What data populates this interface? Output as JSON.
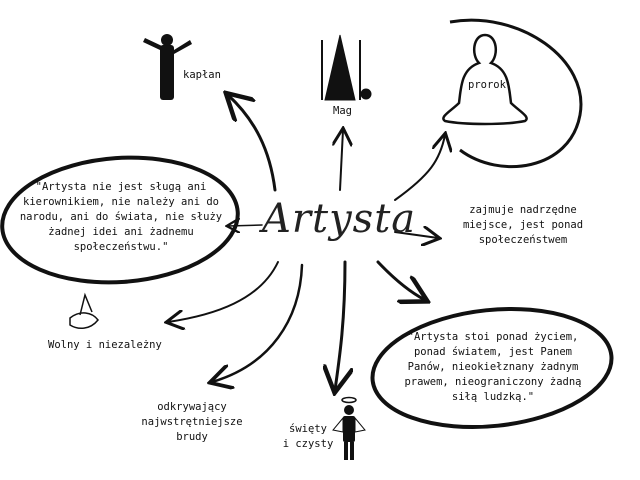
{
  "center": "Artysta",
  "nodes": {
    "kaplan": "kapłan",
    "mag": "Mag",
    "prorok": "prorok",
    "quote1": [
      "\"Artysta nie jest sługą ani",
      "kierownikiem, nie należy ani do",
      "narodu, ani do świata, nie służy",
      "żadnej idei ani żadnemu",
      "społeczeństwu.\""
    ],
    "zajmuje": [
      "zajmuje nadrzędne",
      "miejsce, jest ponad",
      "społeczeństwem"
    ],
    "wolny": "Wolny i niezależny",
    "quote2": [
      "\"Artysta stoi ponad życiem,",
      "ponad światem, jest Panem",
      "Panów, nieokiełznany żadnym",
      "prawem, nieograniczony żadną",
      "siłą ludzką.\""
    ],
    "odkrywajacy": [
      "odkrywający",
      "najwstrętniejsze",
      "brudy"
    ],
    "swiety": [
      "święty",
      "i czysty"
    ]
  },
  "colors": {
    "ink": "#111111"
  }
}
